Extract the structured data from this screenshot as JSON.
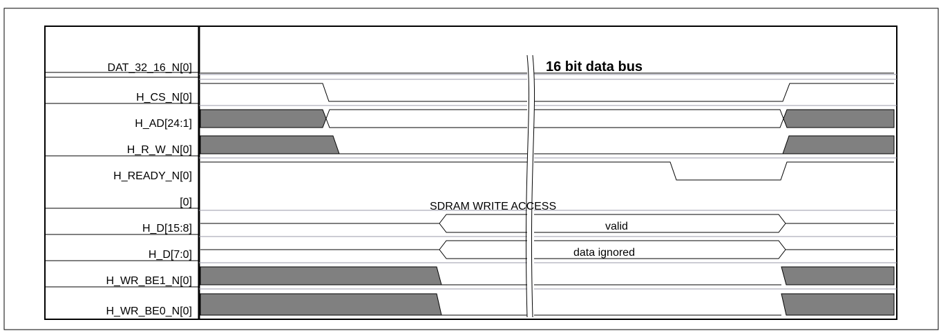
{
  "signals": [
    {
      "name": "DAT_32_16_N[0]",
      "kind": "flat"
    },
    {
      "name": "H_CS_N[0]",
      "kind": "cs"
    },
    {
      "name": "H_AD[24:1]",
      "kind": "ad"
    },
    {
      "name": "H_R_W_N[0]",
      "kind": "rw"
    },
    {
      "name": "H_READY_N[0]",
      "kind": "ready"
    },
    {
      "name": "[0]",
      "kind": "blank"
    },
    {
      "name": "H_D[15:8]",
      "kind": "bus",
      "text": "valid"
    },
    {
      "name": "H_D[7:0]",
      "kind": "bus",
      "text": "data ignored"
    },
    {
      "name": "H_WR_BE1_N[0]",
      "kind": "be"
    },
    {
      "name": "H_WR_BE0_N[0]",
      "kind": "be"
    }
  ],
  "annotations": {
    "bus_width": "16 bit data bus",
    "access_type": "SDRAM WRITE ACCESS"
  },
  "colors": {
    "line": "#000000",
    "fill": "#808080",
    "separator": "#9a9aa8"
  }
}
